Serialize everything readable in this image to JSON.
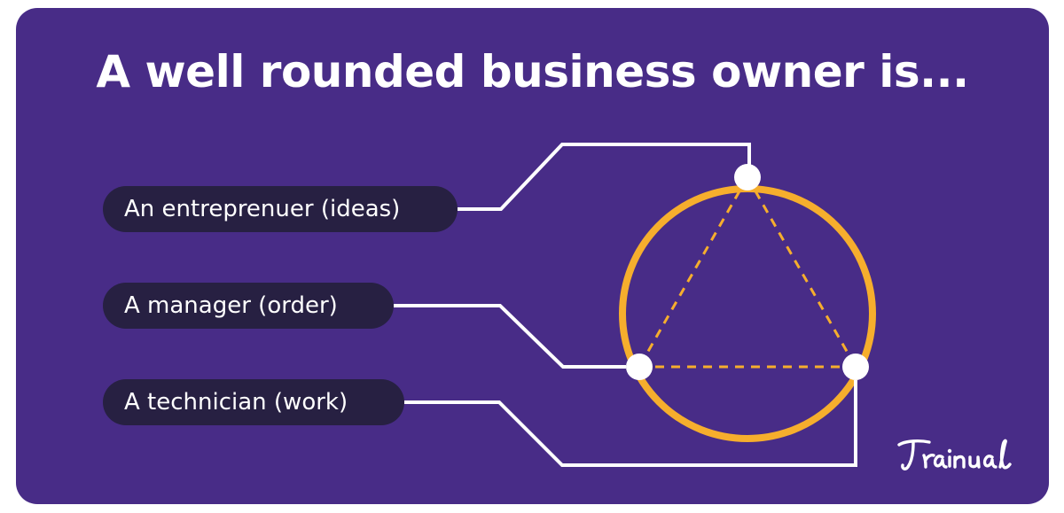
{
  "title": "A well rounded business owner is...",
  "roles": [
    {
      "label": "An entreprenuer (ideas)"
    },
    {
      "label": "A manager (order)"
    },
    {
      "label": "A technician (work)"
    }
  ],
  "logo_text": "Trainual",
  "colors": {
    "background": "#482c87",
    "pill": "#272042",
    "ring": "#f6ae2d",
    "line": "#ffffff",
    "text": "#ffffff"
  }
}
